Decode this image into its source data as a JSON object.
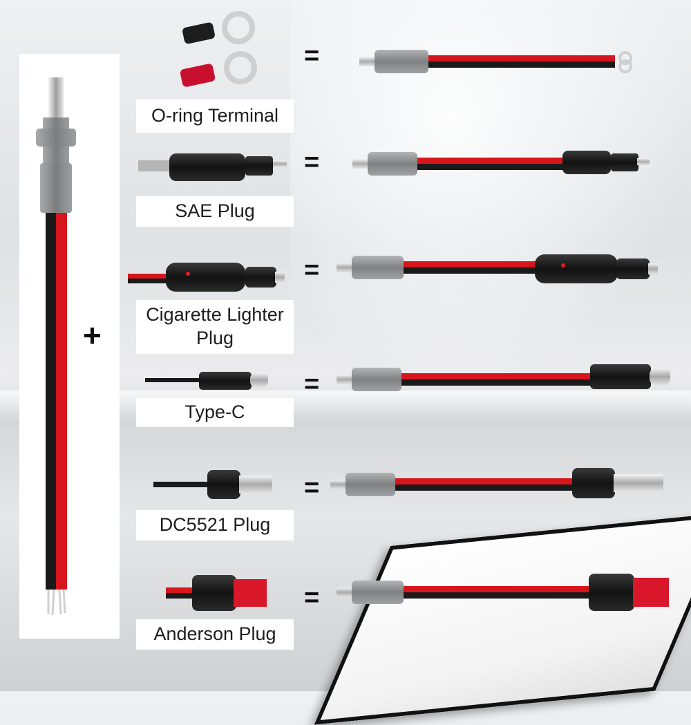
{
  "operator_plus": "+",
  "operator_equals": "=",
  "connectors": [
    {
      "label": "O-ring Terminal"
    },
    {
      "label": "SAE Plug"
    },
    {
      "label": "Cigarette Lighter Plug"
    },
    {
      "label": "Type-C"
    },
    {
      "label": "DC5521 Plug"
    },
    {
      "label": "Anderson Plug"
    }
  ],
  "colors": {
    "wire_red": "#d6161c",
    "wire_black": "#1a1a1a",
    "housing_gray": "#8d8f91",
    "connector_black": "#1f1f1f",
    "anderson_red": "#d8182a"
  }
}
